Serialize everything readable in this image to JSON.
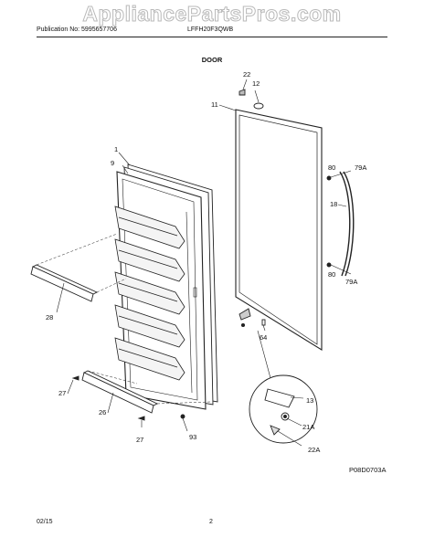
{
  "watermark": "AppliancePartsPros.com",
  "header": {
    "publication": "Publication No: 5995657706",
    "model": "LFFH20F3QWB"
  },
  "section_title": "DOOR",
  "callouts": {
    "c1": "1",
    "c9": "9",
    "c11": "11",
    "c12": "12",
    "c13": "13",
    "c18": "18",
    "c21a": "21A",
    "c22": "22",
    "c22a": "22A",
    "c26": "26",
    "c27a": "27",
    "c27b": "27",
    "c28": "28",
    "c64": "64",
    "c79a_top": "79A",
    "c79a_bot": "79A",
    "c80_top": "80",
    "c80_bot": "80",
    "c93": "93"
  },
  "diagram_code": "P08D0703A",
  "footer": {
    "date": "02/15",
    "page": "2"
  }
}
